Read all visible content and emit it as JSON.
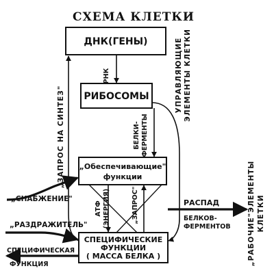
{
  "title": "СХЕМА КЛЕТКИ",
  "boxes": {
    "dna": "ДНК(ГЕНЫ)",
    "ribosomes": "РИБОСОМЫ",
    "supply_line1": "„Обеспечивающие\"",
    "supply_line2": "функции",
    "specific_line1": "СПЕЦИФИЧЕСКИЕ",
    "specific_line2": "ФУНКЦИИ",
    "specific_line3": "( МАССА  БЕЛКА )"
  },
  "labels": {
    "rnk": "РНК",
    "belki_line1": "БЕЛКИ-",
    "belki_line2": "ФЕРМЕНТЫ",
    "zapros_sintez": "„ЗАПРОС НА СИНТЕЗ\"",
    "upr_line1": "УПРАВЛЯЮЩИЕ",
    "upr_line2": "ЭЛЕМЕНТЫ КЛЕТКИ",
    "atf_line1": "АТФ",
    "atf_line2": "(ЭНЕРГИЯ)",
    "zapros_small": "„ЗАПРОС\"",
    "snabzhenie": "„СНАБЖЕНИЕ\"",
    "razdrazhitel": "„РАЗДРАЖИТЕЛЬ\"",
    "spec_func_line1": "СПЕЦИФИЧЕСКАЯ",
    "spec_func_line2": "ФУНКЦИЯ",
    "raspad": "РАСПАД",
    "belkov_line1": "БЕЛКОВ-",
    "belkov_line2": "ФЕРМЕНТОВ",
    "rab_line1": "„РАБОЧИЕ\"ЭЛЕМЕНТЫ",
    "rab_line2": "КЛЕТКИ"
  }
}
